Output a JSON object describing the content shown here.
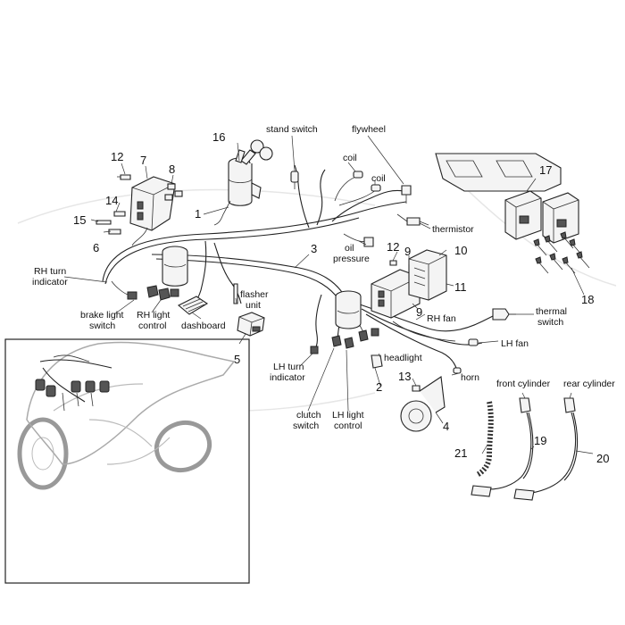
{
  "parts": {
    "p1": "1",
    "p2": "2",
    "p3": "3",
    "p4": "4",
    "p5": "5",
    "p6": "6",
    "p7": "7",
    "p8": "8",
    "p9a": "9",
    "p9b": "9",
    "p10": "10",
    "p11": "11",
    "p12a": "12",
    "p12b": "12",
    "p13": "13",
    "p14": "14",
    "p15": "15",
    "p16": "16",
    "p17": "17",
    "p18": "18",
    "p19": "19",
    "p20": "20",
    "p21": "21"
  },
  "labels": {
    "stand_switch": "stand switch",
    "flywheel": "flywheel",
    "coil_1": "coil",
    "coil_2": "coil",
    "thermistor": "thermistor",
    "oil_pressure_1": "oil",
    "oil_pressure_2": "pressure",
    "rh_turn_indicator_1": "RH turn",
    "rh_turn_indicator_2": "indicator",
    "brake_light_switch_1": "brake light",
    "brake_light_switch_2": "switch",
    "rh_light_control_1": "RH light",
    "rh_light_control_2": "control",
    "dashboard": "dashboard",
    "flasher_unit_1": "flasher",
    "flasher_unit_2": "unit",
    "rh_fan": "RH fan",
    "thermal_switch_1": "thermal",
    "thermal_switch_2": "switch",
    "lh_fan": "LH fan",
    "headlight": "headlight",
    "horn": "horn",
    "lh_turn_indicator_1": "LH turn",
    "lh_turn_indicator_2": "indicator",
    "clutch_switch_1": "clutch",
    "clutch_switch_2": "switch",
    "lh_light_control_1": "LH light",
    "lh_light_control_2": "control",
    "front_cylinder": "front cylinder",
    "rear_cylinder": "rear cylinder"
  },
  "icons": {
    "inset": "motorcycle-outline-icon",
    "ignition": "ignition-switch-icon",
    "horn": "horn-icon",
    "coils": "ignition-coil-icon",
    "leads": "spark-plug-lead-icon"
  }
}
